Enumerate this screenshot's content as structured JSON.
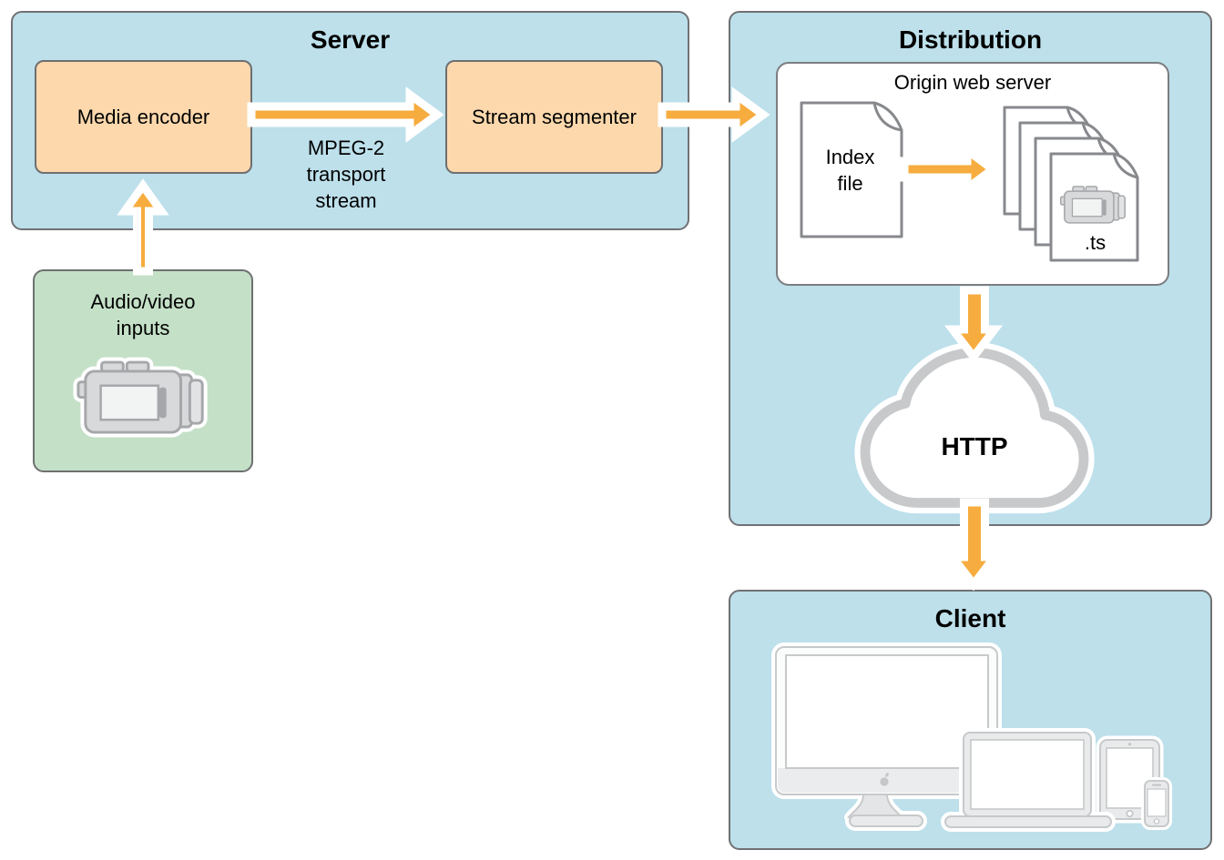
{
  "server": {
    "title": "Server",
    "media_encoder_label": "Media encoder",
    "stream_segmenter_label": "Stream segmenter",
    "stream_caption_lines": [
      "MPEG-2",
      "transport",
      "stream"
    ]
  },
  "inputs": {
    "label_lines": [
      "Audio/video",
      "inputs"
    ],
    "icon": "camcorder-icon"
  },
  "distribution": {
    "title": "Distribution",
    "origin_server": {
      "title": "Origin web server",
      "index_doc_lines": [
        "Index",
        "file"
      ],
      "segment_ext": ".ts",
      "segment_sheet_count": 4,
      "segment_icon": "camcorder-icon"
    }
  },
  "network": {
    "cloud_label": "HTTP",
    "icon": "cloud-icon"
  },
  "client": {
    "title": "Client",
    "device_icons": [
      "imac-icon",
      "macbook-icon",
      "ipad-icon",
      "iphone-icon"
    ]
  },
  "colors": {
    "container_fill": "#bde0eb",
    "container_border": "#707174",
    "node_fill": "#fcd8ac",
    "input_node_fill": "#c4e0c7",
    "arrow_orange": "#f6ac3e",
    "doc_outline": "#87898c",
    "cloud_outline": "#c8c9cb",
    "device_fill": "#e9eaeb",
    "device_outline": "#c7c9ca"
  }
}
